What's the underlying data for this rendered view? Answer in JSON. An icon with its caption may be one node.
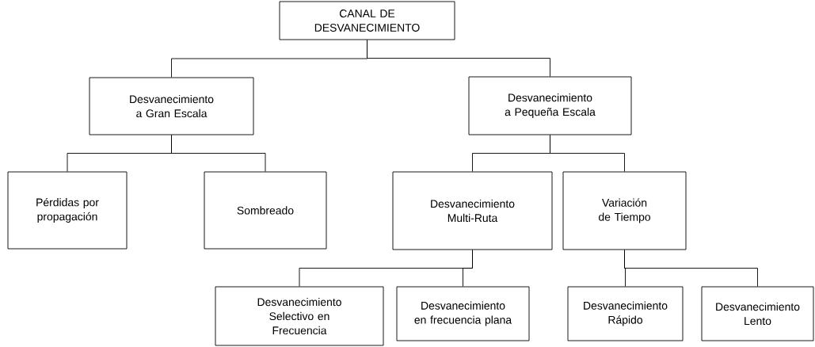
{
  "diagram": {
    "nodes": [
      {
        "text": [
          "CANAL DE DESVANECIMIENTO"
        ]
      },
      {
        "text": [
          "Desvanecimiento a Gran Escala"
        ]
      },
      {
        "text": [
          "Desvanecimiento a Pequeña Escala"
        ]
      },
      {
        "text": [
          "Pérdidas por propagación"
        ]
      },
      {
        "text": [
          "Sombreado"
        ]
      },
      {
        "text": [
          "Desvanecimiento Multi-Ruta"
        ]
      },
      {
        "text": [
          "Variación de Tiempo"
        ]
      },
      {
        "text": [
          "Desvanecimiento Selectivo en Frecuencia"
        ]
      },
      {
        "text": [
          "Desvanecimiento en frecuencia plana"
        ]
      },
      {
        "text": [
          "Desvanecimiento Rápido"
        ]
      },
      {
        "text": [
          "Desvanecimiento Lento"
        ]
      }
    ],
    "edges": [
      {
        "from": 0,
        "to": 1,
        "arrow": "none"
      },
      {
        "from": 0,
        "to": 2,
        "arrow": "none"
      },
      {
        "from": 1,
        "to": 3,
        "arrow": "none"
      },
      {
        "from": 1,
        "to": 4,
        "arrow": "none"
      },
      {
        "from": 2,
        "to": 5,
        "arrow": "none"
      },
      {
        "from": 2,
        "to": 6,
        "arrow": "none"
      },
      {
        "from": 5,
        "to": 7,
        "arrow": "none"
      },
      {
        "from": 5,
        "to": 8,
        "arrow": "none"
      },
      {
        "from": 6,
        "to": 9,
        "arrow": "none"
      },
      {
        "from": 6,
        "to": 10,
        "arrow": "none"
      }
    ]
  }
}
